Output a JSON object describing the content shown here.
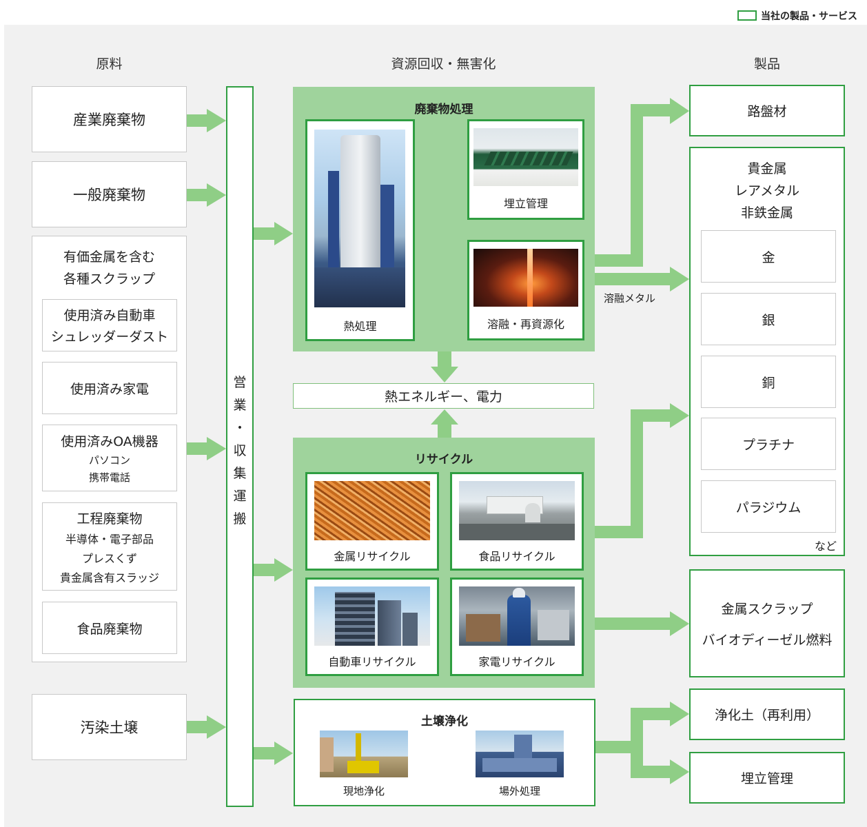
{
  "legend": {
    "label": "当社の製品・サービス"
  },
  "columns": {
    "raw": "原料",
    "process": "資源回収・無害化",
    "products": "製品"
  },
  "raw_materials": {
    "industrial_waste": "産業廃棄物",
    "general_waste": "一般廃棄物",
    "scrap": {
      "title_line1": "有価金属を含む",
      "title_line2": "各種スクラップ",
      "car": [
        "使用済み自動車",
        "シュレッダーダスト"
      ],
      "appliance": "使用済み家電",
      "oa": [
        "使用済みOA機器",
        "パソコン",
        "携帯電話"
      ],
      "process_waste": [
        "工程廃棄物",
        "半導体・電子部品",
        "プレスくず",
        "貴金属含有スラッジ"
      ],
      "food_waste": "食品廃棄物"
    },
    "contaminated_soil": "汚染土壌"
  },
  "collection": {
    "chars": [
      "営",
      "業",
      "・",
      "収",
      "集",
      "運",
      "搬"
    ]
  },
  "waste_treatment": {
    "title": "廃棄物処理",
    "heat": "熱処理",
    "landfill": "埋立管理",
    "smelting": "溶融・再資源化"
  },
  "energy": "熱エネルギー、電力",
  "recycle": {
    "title": "リサイクル",
    "metal": "金属リサイクル",
    "food": "食品リサイクル",
    "car": "自動車リサイクル",
    "appliance": "家電リサイクル"
  },
  "soil": {
    "title": "土壌浄化",
    "onsite": "現地浄化",
    "offsite": "場外処理"
  },
  "molten_metal_label": "溶融メタル",
  "products": {
    "roadbed": "路盤材",
    "metals_header": [
      "貴金属",
      "レアメタル",
      "非鉄金属"
    ],
    "metals": [
      "金",
      "銀",
      "銅",
      "プラチナ",
      "パラジウム"
    ],
    "etc": "など",
    "scrap_fuel": [
      "金属スクラップ",
      "バイオディーゼル燃料"
    ],
    "clean_soil": "浄化土（再利用）",
    "landfill": "埋立管理"
  },
  "colors": {
    "accent": "#2f9e41",
    "panel": "#9fd39c",
    "arrow": "#8fce86"
  }
}
